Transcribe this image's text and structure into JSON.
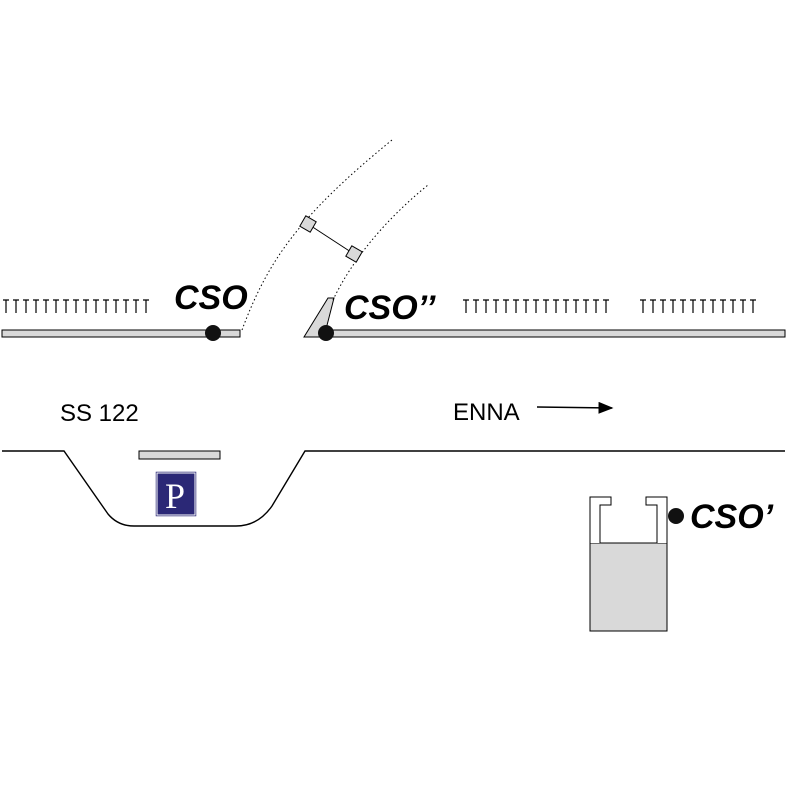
{
  "labels": {
    "cso": "CSO",
    "cso_double_prime": "CSO’’",
    "cso_prime": "CSO’",
    "road": "SS 122",
    "direction": "ENNA",
    "parking_letter": "P"
  },
  "colors": {
    "line": "#000000",
    "fill_gray": "#d9d9d9",
    "parking_bg": "#2b2876",
    "parking_fg": "#ffffff",
    "dot": "#111111"
  },
  "icons": {
    "direction_arrow": "arrow-right-icon",
    "parking_sign": "parking-sign-icon",
    "station_dot": "station-dot-icon"
  }
}
